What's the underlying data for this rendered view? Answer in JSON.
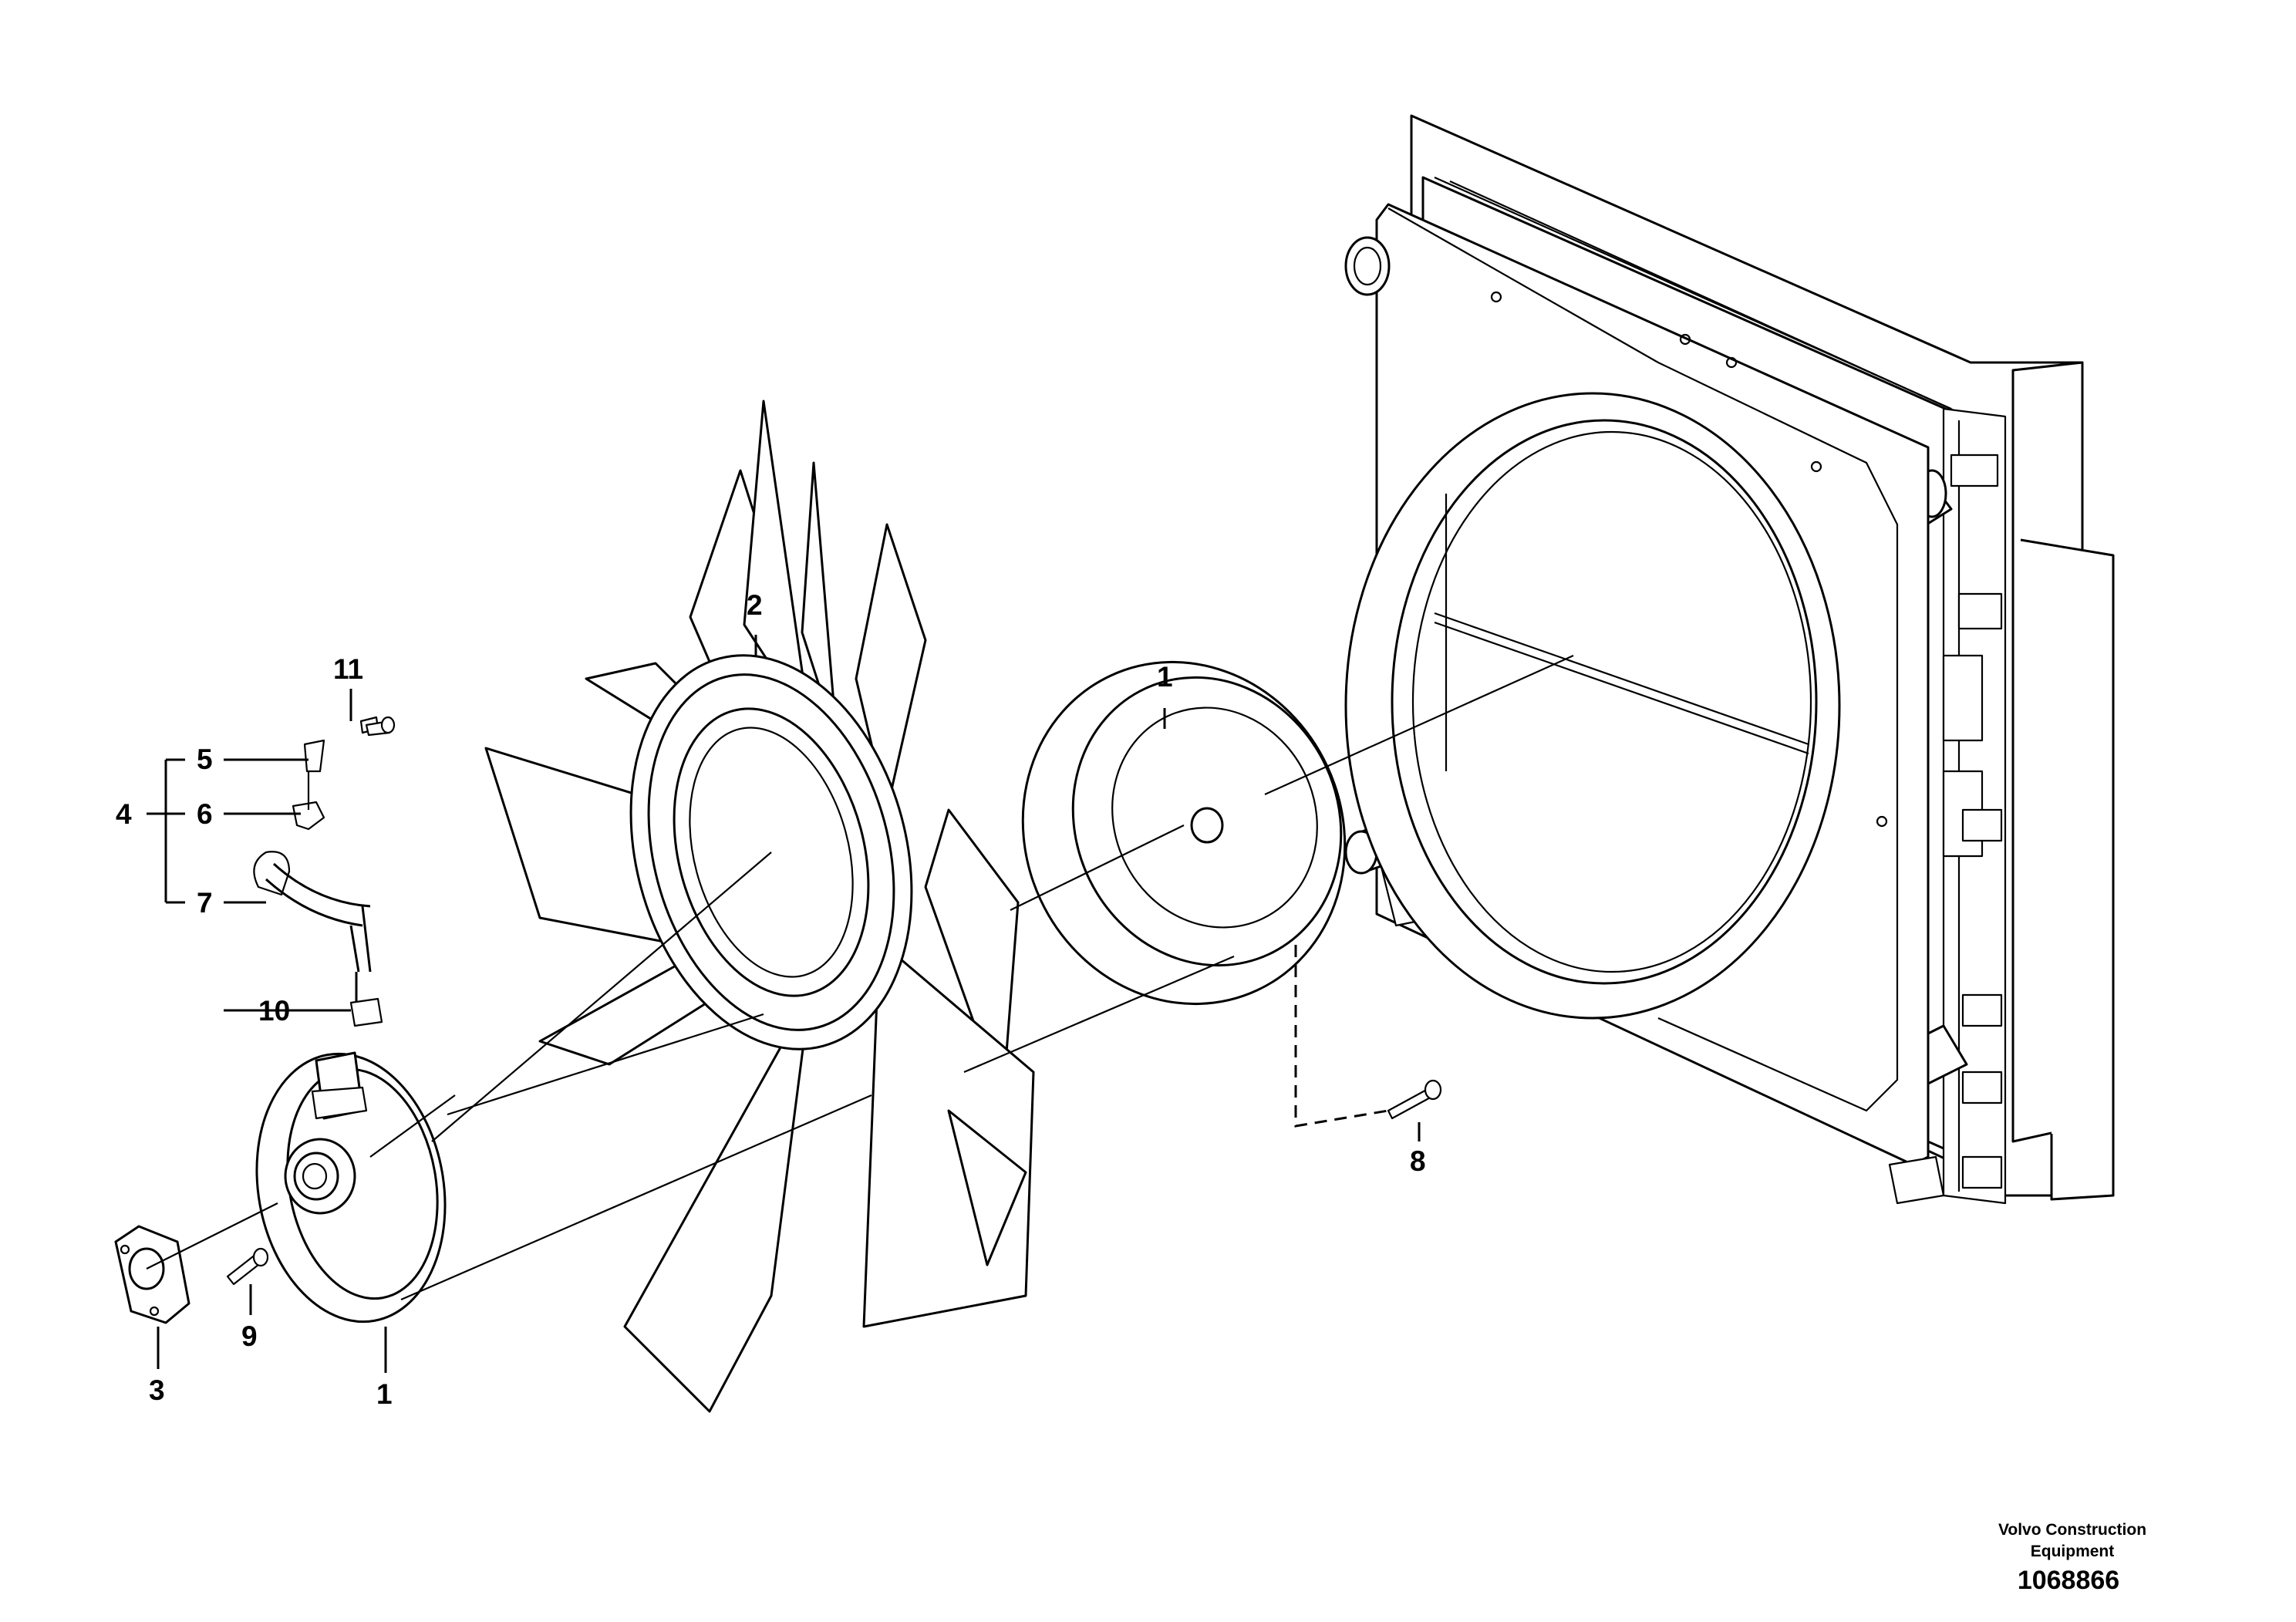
{
  "callouts": [
    {
      "id": "1",
      "label": "1"
    },
    {
      "id": "1b",
      "label": "1"
    },
    {
      "id": "2",
      "label": "2"
    },
    {
      "id": "3",
      "label": "3"
    },
    {
      "id": "4",
      "label": "4"
    },
    {
      "id": "5",
      "label": "5"
    },
    {
      "id": "6",
      "label": "6"
    },
    {
      "id": "7",
      "label": "7"
    },
    {
      "id": "8",
      "label": "8"
    },
    {
      "id": "9",
      "label": "9"
    },
    {
      "id": "10",
      "label": "10"
    },
    {
      "id": "11",
      "label": "11"
    }
  ],
  "footer": {
    "brand_line1": "Volvo Construction",
    "brand_line2": "Equipment",
    "doc_number": "1068866"
  }
}
